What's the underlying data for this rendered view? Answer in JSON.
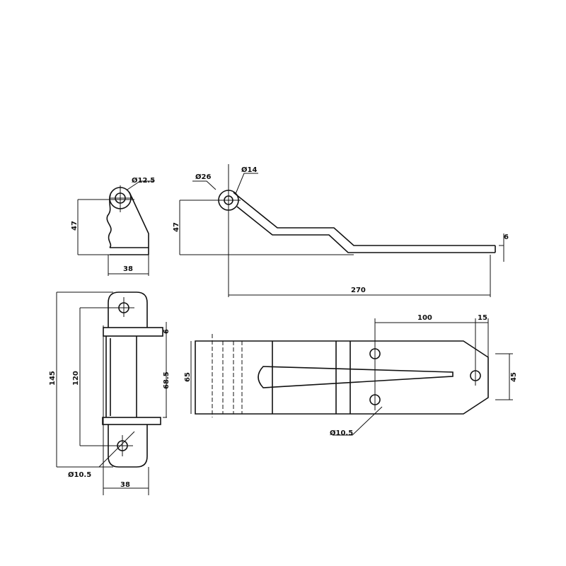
{
  "drawing": {
    "side_view_small": {
      "hole_diameter": "Ø12.5",
      "height": "47",
      "width": "38"
    },
    "side_view_arm": {
      "outer_diameter": "Ø26",
      "hole_diameter": "Ø14",
      "height": "47",
      "thickness": "6",
      "length": "270"
    },
    "front_view_hinge": {
      "overall_height": "145",
      "hole_spacing": "120",
      "body_height": "68.5",
      "knuckle": "6",
      "width": "38",
      "hole_diameter": "Ø10.5"
    },
    "top_view_hasp": {
      "width": "65",
      "hole_offset": "100",
      "end_offset": "15",
      "hole_spacing": "45",
      "hole_diameter": "Ø10.5"
    }
  }
}
